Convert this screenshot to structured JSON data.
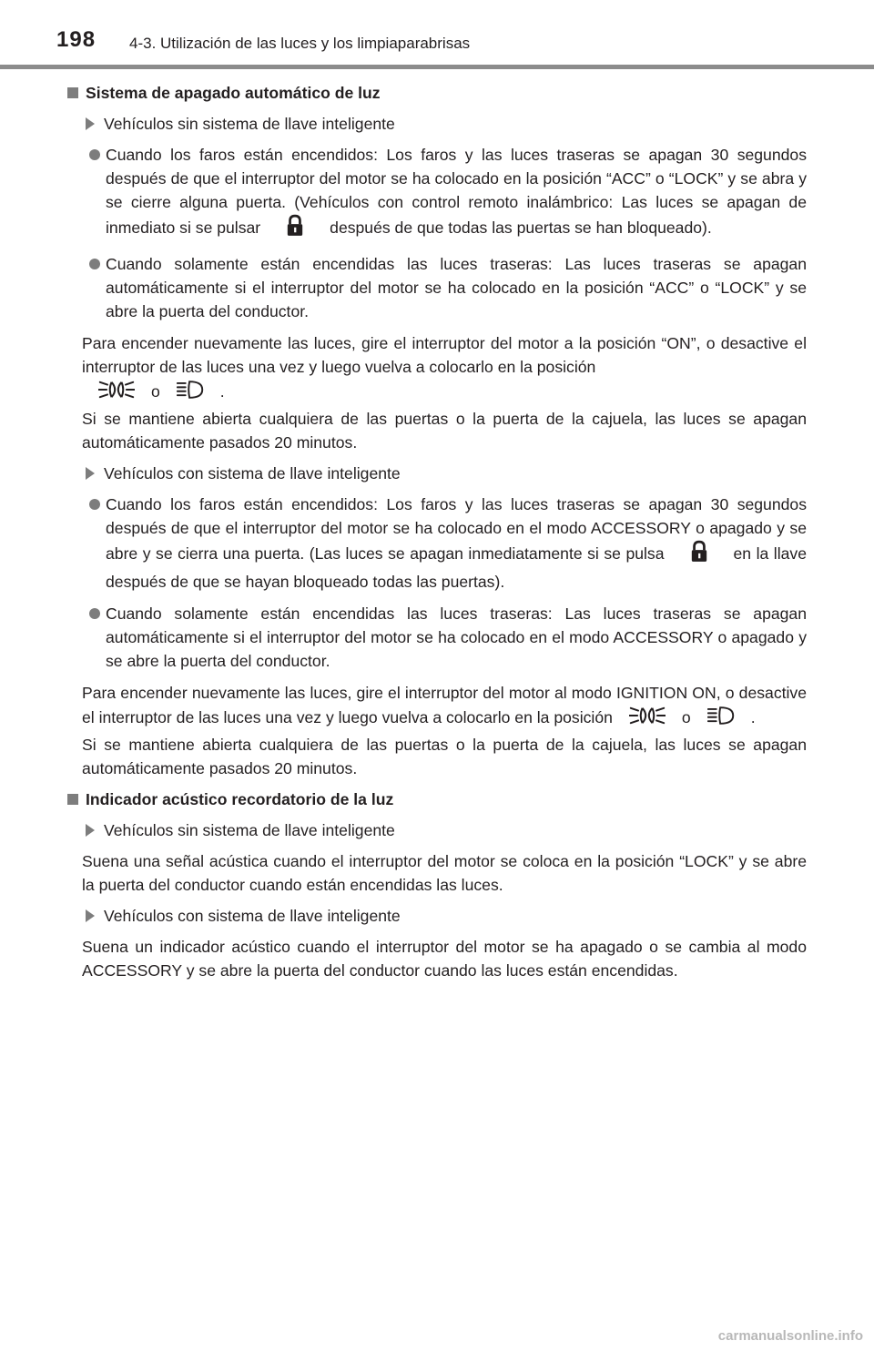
{
  "header": {
    "page_number": "198",
    "chapter": "4-3. Utilización de las luces y los limpiaparabrisas"
  },
  "sections": {
    "auto_off": {
      "title": "Sistema de apagado automático de luz",
      "no_smart": {
        "label": "Vehículos sin sistema de llave inteligente",
        "bullet1_a": "Cuando los faros están encendidos: Los faros y las luces traseras se apagan 30 segundos después de que el interruptor del motor se ha colocado en la posición “ACC” o “LOCK” y se abra y se cierre alguna puerta. (Vehículos con control remoto inalámbrico: Las luces se apagan de inmediato si se pulsar",
        "bullet1_b": "después de que todas las puertas se han bloqueado).",
        "bullet2": "Cuando solamente están encendidas las luces traseras: Las luces traseras se apagan automáticamente si el interruptor del motor se ha colocado en la posición “ACC” o “LOCK” y se abre la puerta del conductor.",
        "para1_a": "Para encender nuevamente las luces, gire el interruptor del motor a la posición “ON”, o desactive el interruptor de las luces una vez y luego vuelva a colocarlo en la posición",
        "para1_or": "o",
        "para1_end": ".",
        "para2": "Si se mantiene abierta cualquiera de las puertas o la puerta de la cajuela, las luces se apagan automáticamente pasados 20 minutos."
      },
      "smart": {
        "label": "Vehículos con sistema de llave inteligente",
        "bullet1_a": "Cuando los faros están encendidos: Los faros y las luces traseras se apagan 30 segundos después de que el interruptor del motor se ha colocado en el modo ACCESSORY o apagado y se abre y se cierra una puerta. (Las luces se apagan inmediatamente si se pulsa",
        "bullet1_b": "en la llave después de que se hayan bloqueado todas las puertas).",
        "bullet2": "Cuando solamente están encendidas las luces traseras: Las luces traseras se apagan automáticamente si el interruptor del motor se ha colocado en el modo ACCESSORY o apagado y se abre la puerta del conductor.",
        "para1_a": "Para encender nuevamente las luces, gire el interruptor del motor al modo IGNITION ON, o desactive el interruptor de las luces una vez y luego vuelva a colocarlo en la posición",
        "para1_or": "o",
        "para1_end": ".",
        "para2": "Si se mantiene abierta cualquiera de las puertas o la puerta de la cajuela, las luces se apagan automáticamente pasados 20 minutos."
      }
    },
    "reminder": {
      "title": "Indicador acústico recordatorio de la luz",
      "no_smart": {
        "label": "Vehículos sin sistema de llave inteligente",
        "text": "Suena una señal acústica cuando el interruptor del motor se coloca en la posición “LOCK” y se abre la puerta del conductor cuando están encendidas las luces."
      },
      "smart": {
        "label": "Vehículos con sistema de llave inteligente",
        "text": "Suena un indicador acústico cuando el interruptor del motor se ha apagado o se cambia al modo ACCESSORY y se abre la puerta del conductor cuando las luces están encendidas."
      }
    }
  },
  "footer": {
    "watermark": "carmanualsonline.info"
  },
  "icons": {
    "tail": "tail-light-icon",
    "head": "headlight-icon",
    "lock": "lock-icon"
  }
}
